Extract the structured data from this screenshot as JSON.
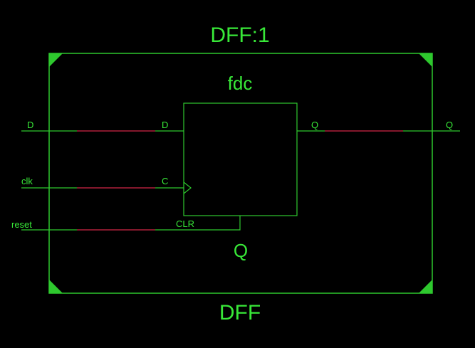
{
  "colors": {
    "background": "#000000",
    "wire": "#2ec82e",
    "net_highlight": "#b0203a",
    "label": "#38e838"
  },
  "instance": {
    "name": "DFF:1",
    "module": "DFF",
    "primitive": "fdc",
    "output_net_label": "Q"
  },
  "ports": {
    "inputs": [
      "D",
      "clk",
      "reset"
    ],
    "outputs": [
      "Q"
    ]
  },
  "primitive_pins": {
    "d": "D",
    "c": "C",
    "clr": "CLR",
    "q": "Q"
  }
}
